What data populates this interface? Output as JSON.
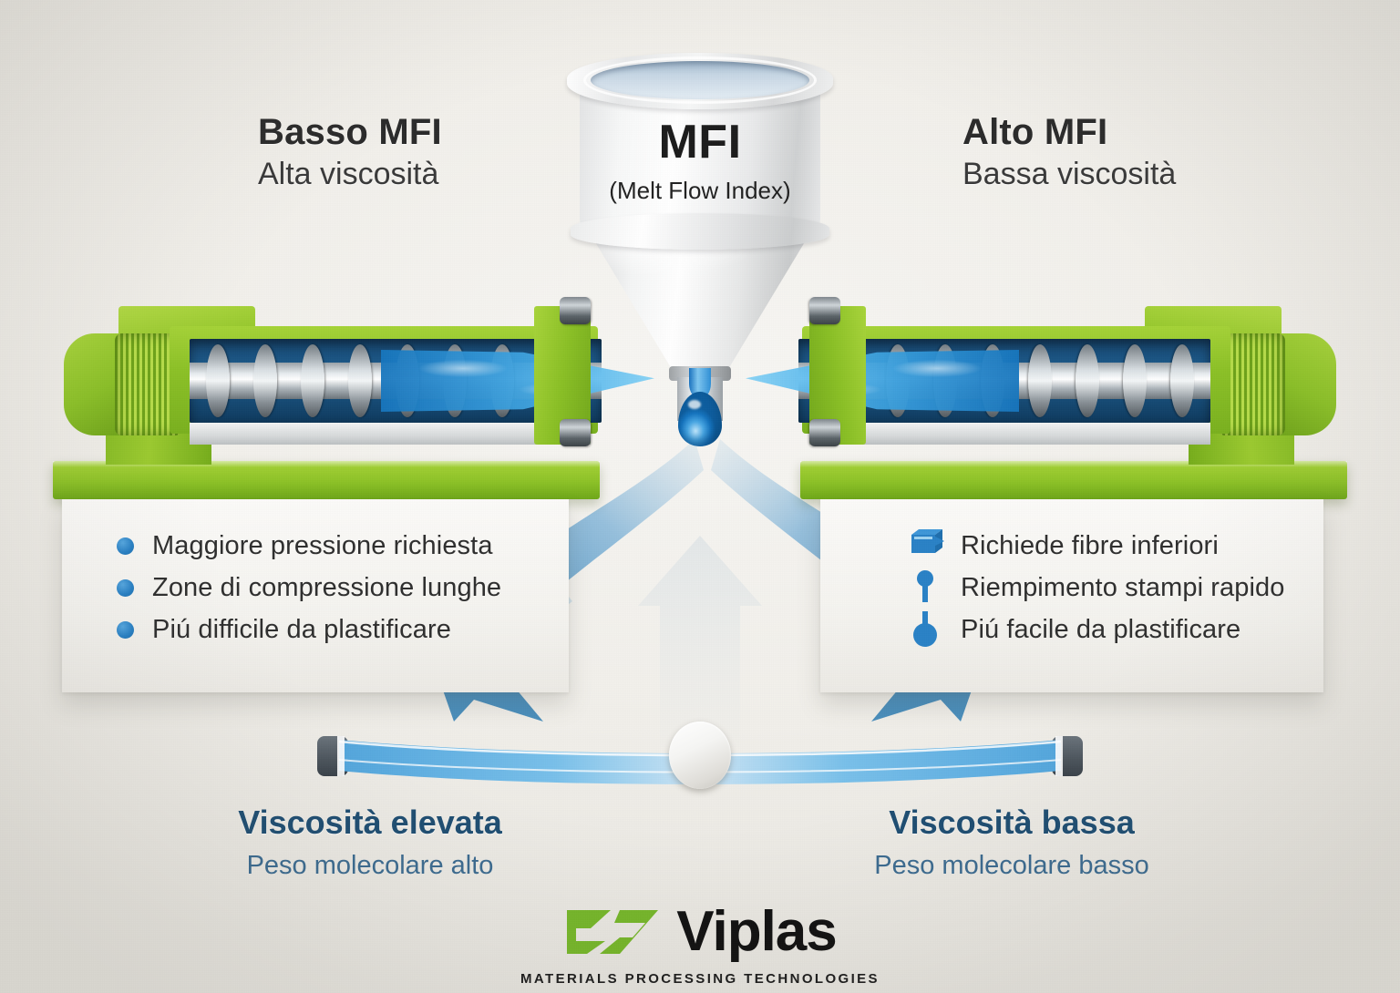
{
  "colors": {
    "background": "#f1efea",
    "machine_green": "#8dc227",
    "melt_blue": "#2880c4",
    "bullet_blue": "#2880c4",
    "label_navy": "#1f4e72",
    "label_slate": "#3c6b90",
    "logo_green": "#76b72a",
    "logo_black": "#111111"
  },
  "left": {
    "heading": "Basso MFI",
    "subheading": "Alta viscosità",
    "bullets": [
      {
        "text": "Maggiore pressione richiesta",
        "marker": "dot-icon"
      },
      {
        "text": "Zone di compressione lunghe",
        "marker": "dot-icon"
      },
      {
        "text": "Piú difficile da plastificare",
        "marker": "dot-icon"
      }
    ],
    "bottom_title": "Viscosità elevata",
    "bottom_sub": "Peso molecolare alto"
  },
  "right": {
    "heading": "Alto MFI",
    "subheading": "Bassa viscosità",
    "bullets": [
      {
        "text": "Richiede fibre inferiori",
        "marker": "flow-block-icon"
      },
      {
        "text": "Riempimento stampi rapido",
        "marker": "drip-pin-icon"
      },
      {
        "text": "Piú facile da plastificare",
        "marker": "droplet-icon"
      }
    ],
    "bottom_title": "Viscosità bassa",
    "bottom_sub": "Peso molecolare basso"
  },
  "funnel": {
    "title": "MFI",
    "subtitle": "(Melt Flow Index)",
    "icon": "funnel-icon",
    "droplet_icon": "droplet-icon"
  },
  "machines": {
    "left_name": "extruder-screw-low-mfi",
    "right_name": "extruder-screw-high-mfi"
  },
  "arrows": {
    "left_icon": "curved-arrow-left-icon",
    "right_icon": "curved-arrow-right-icon",
    "center_icon": "arrow-up-icon"
  },
  "balance": {
    "icon": "balance-beam-icon",
    "pivot_icon": "pivot-icon"
  },
  "logo": {
    "mark": "viplas-chevron-mark",
    "word": "Viplas",
    "tagline": "MATERIALS PROCESSING TECHNOLOGIES"
  }
}
